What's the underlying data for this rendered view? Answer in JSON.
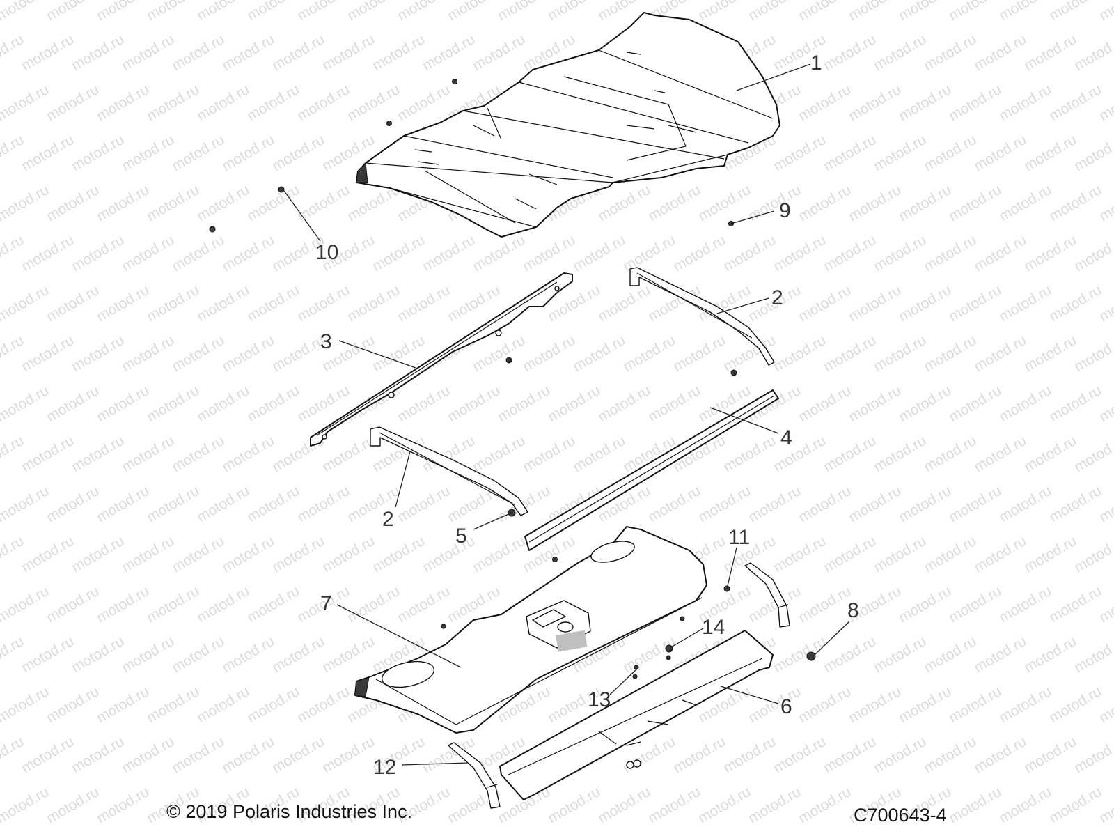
{
  "watermark": "motod.ru",
  "copyright": "© 2019 Polaris Industries Inc.",
  "drawing_number": "C700643-4",
  "callouts": [
    {
      "id": "c1",
      "label": "1"
    },
    {
      "id": "c2a",
      "label": "2"
    },
    {
      "id": "c2b",
      "label": "2"
    },
    {
      "id": "c3",
      "label": "3"
    },
    {
      "id": "c4",
      "label": "4"
    },
    {
      "id": "c5",
      "label": "5"
    },
    {
      "id": "c6",
      "label": "6"
    },
    {
      "id": "c7",
      "label": "7"
    },
    {
      "id": "c8",
      "label": "8"
    },
    {
      "id": "c9",
      "label": "9"
    },
    {
      "id": "c10",
      "label": "10"
    },
    {
      "id": "c11",
      "label": "11"
    },
    {
      "id": "c12",
      "label": "12"
    },
    {
      "id": "c13",
      "label": "13"
    },
    {
      "id": "c14",
      "label": "14"
    }
  ],
  "colors": {
    "line": "#111111",
    "text": "#333333",
    "shade": "#bfbfbf",
    "watermark": "#9a9a9a"
  }
}
